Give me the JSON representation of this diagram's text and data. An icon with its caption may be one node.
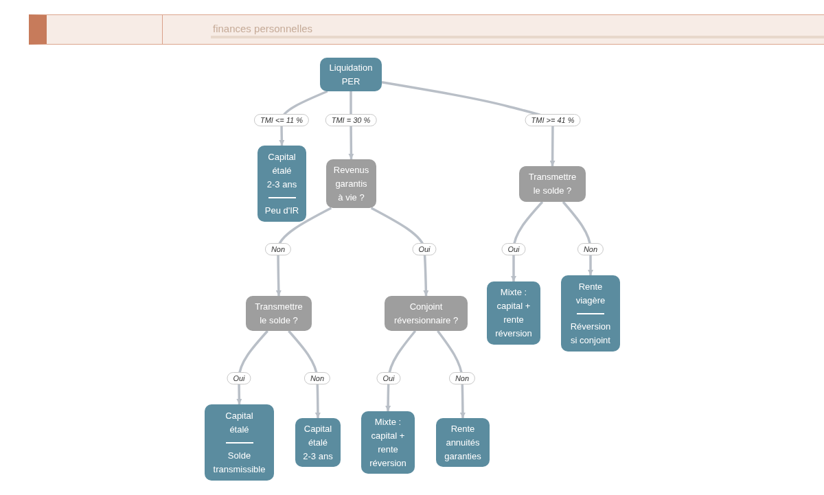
{
  "diagram": {
    "nodes": [
      {
        "text": [
          "Liquidation PER"
        ]
      },
      {
        "text": [
          "Capital étalé 2-3 ans",
          "Peu d'IR"
        ]
      },
      {
        "text": [
          "Revenus garantis à vie ?"
        ]
      },
      {
        "text": [
          "Transmettre le solde ?"
        ]
      },
      {
        "text": [
          "Transmettre le solde ?"
        ]
      },
      {
        "text": [
          "Conjoint réversionnaire ?"
        ]
      },
      {
        "text": [
          "Mixte : capital + rente réversion"
        ]
      },
      {
        "text": [
          "Rente viagère",
          "Réversion si conjoint"
        ]
      },
      {
        "text": [
          "Capital étalé",
          "Solde transmissible"
        ]
      },
      {
        "text": [
          "Capital étalé 2-3 ans"
        ]
      },
      {
        "text": [
          "Mixte : capital + rente réversion"
        ]
      },
      {
        "text": [
          "Rente annuités garanties"
        ]
      }
    ],
    "edges": [
      {
        "from": 0,
        "to": 1,
        "arrow": "to",
        "label": "TMI <= 11 %"
      },
      {
        "from": 0,
        "to": 2,
        "arrow": "to",
        "label": "TMI = 30 %"
      },
      {
        "from": 0,
        "to": 3,
        "arrow": "to",
        "label": "TMI >= 41 %"
      },
      {
        "from": 2,
        "to": 4,
        "arrow": "to",
        "label": "Non"
      },
      {
        "from": 2,
        "to": 5,
        "arrow": "to",
        "label": "Oui"
      },
      {
        "from": 3,
        "to": 6,
        "arrow": "to",
        "label": "Oui"
      },
      {
        "from": 3,
        "to": 7,
        "arrow": "to",
        "label": "Non"
      },
      {
        "from": 4,
        "to": 8,
        "arrow": "to",
        "label": "Oui"
      },
      {
        "from": 4,
        "to": 9,
        "arrow": "to",
        "label": "Non"
      },
      {
        "from": 5,
        "to": 10,
        "arrow": "to",
        "label": "Oui"
      },
      {
        "from": 5,
        "to": 11,
        "arrow": "to",
        "label": "Non"
      }
    ],
    "labels": [
      "finances personnelles"
    ]
  }
}
